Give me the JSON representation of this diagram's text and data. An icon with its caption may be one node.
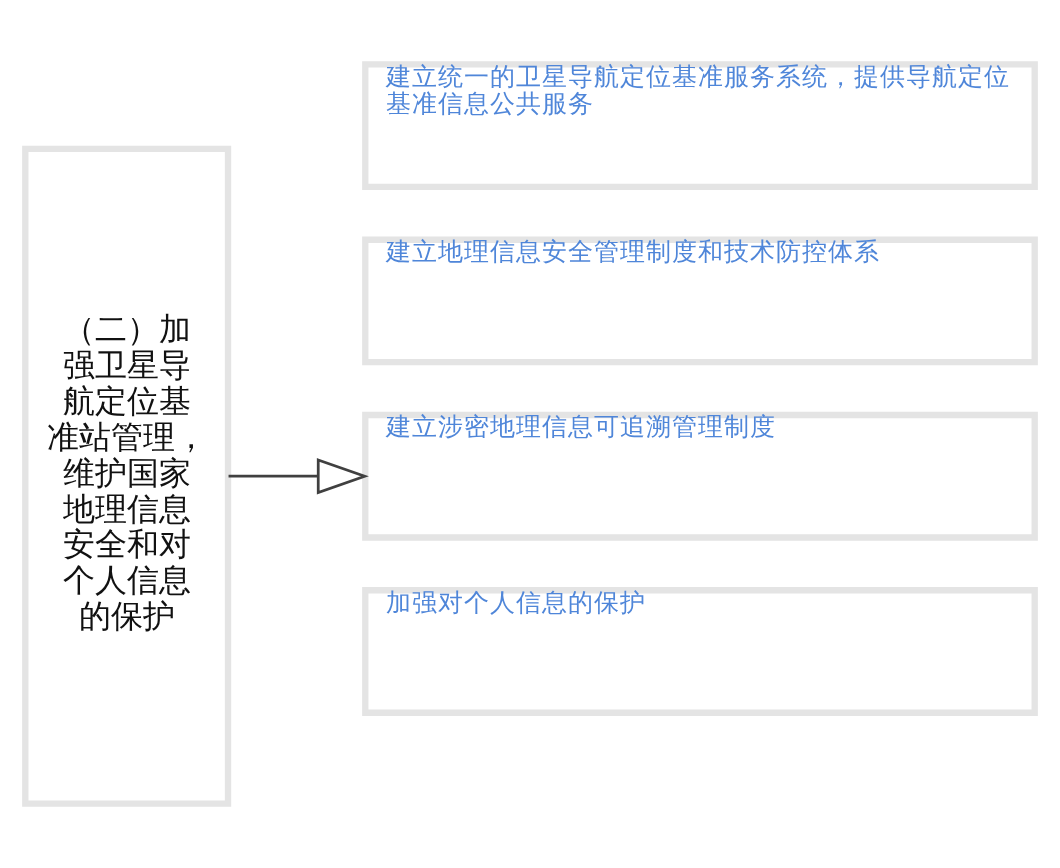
{
  "diagram": {
    "nodes": [
      {
        "text": [
          "（二）加强卫星导航定位基准站管理，维护国家地理信息安全和对个人信息的保护"
        ]
      },
      {
        "text": [
          "建立统一的卫星导航定位基准服务系统，提供导航定位基准信息公共服务"
        ]
      },
      {
        "text": [
          "建立地理信息安全管理制度和技术防控体系"
        ]
      },
      {
        "text": [
          "建立涉密地理信息可追溯管理制度"
        ]
      },
      {
        "text": [
          "加强对个人信息的保护"
        ]
      }
    ],
    "edges": [
      {
        "from": 0,
        "to": 3,
        "arrow": "to"
      }
    ]
  }
}
